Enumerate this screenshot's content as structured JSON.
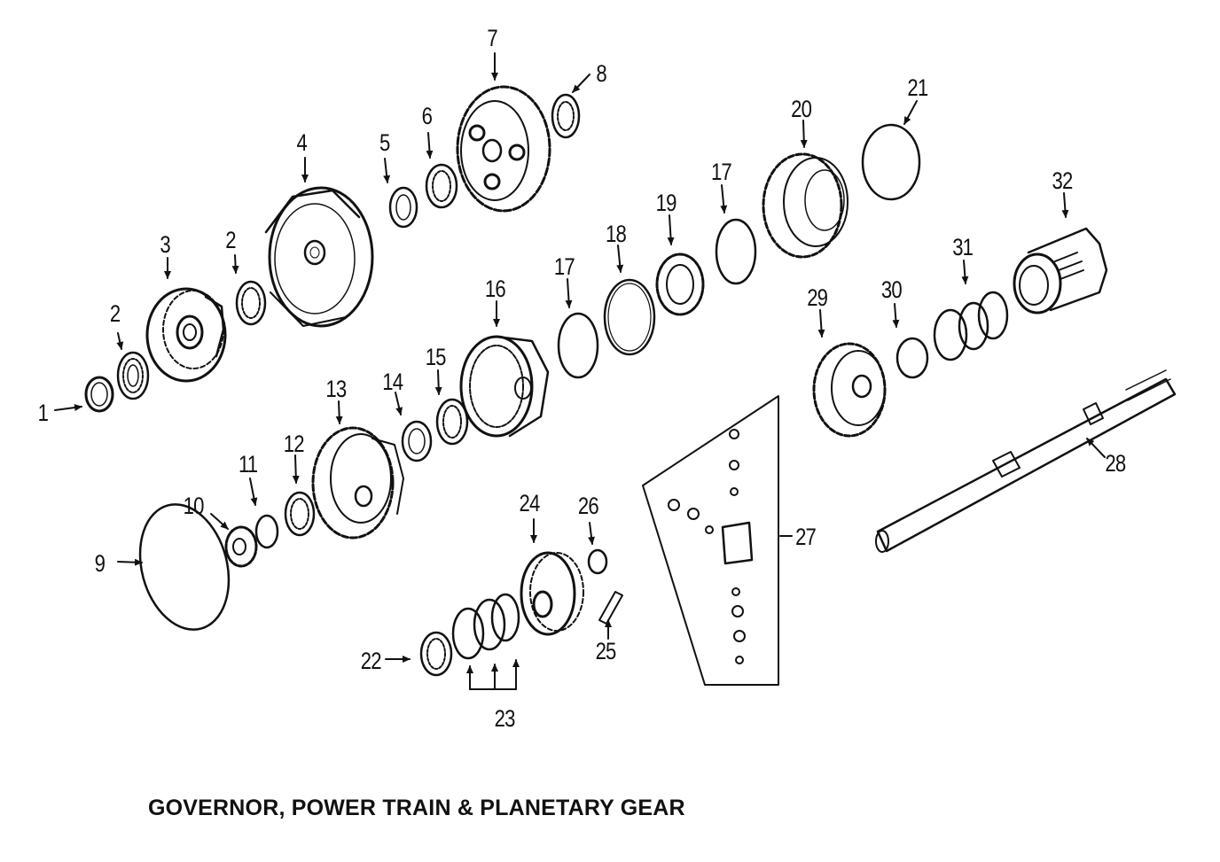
{
  "diagram": {
    "caption": "GOVERNOR, POWER TRAIN  & PLANETARY GEAR",
    "callouts": [
      "1",
      "2",
      "2",
      "3",
      "4",
      "5",
      "6",
      "7",
      "8",
      "9",
      "10",
      "11",
      "12",
      "13",
      "14",
      "15",
      "16",
      "17",
      "17",
      "18",
      "19",
      "20",
      "21",
      "22",
      "23",
      "24",
      "25",
      "26",
      "27",
      "28",
      "29",
      "30",
      "31",
      "32"
    ],
    "colors": {
      "ink": "#111111",
      "background": "#ffffff"
    }
  }
}
